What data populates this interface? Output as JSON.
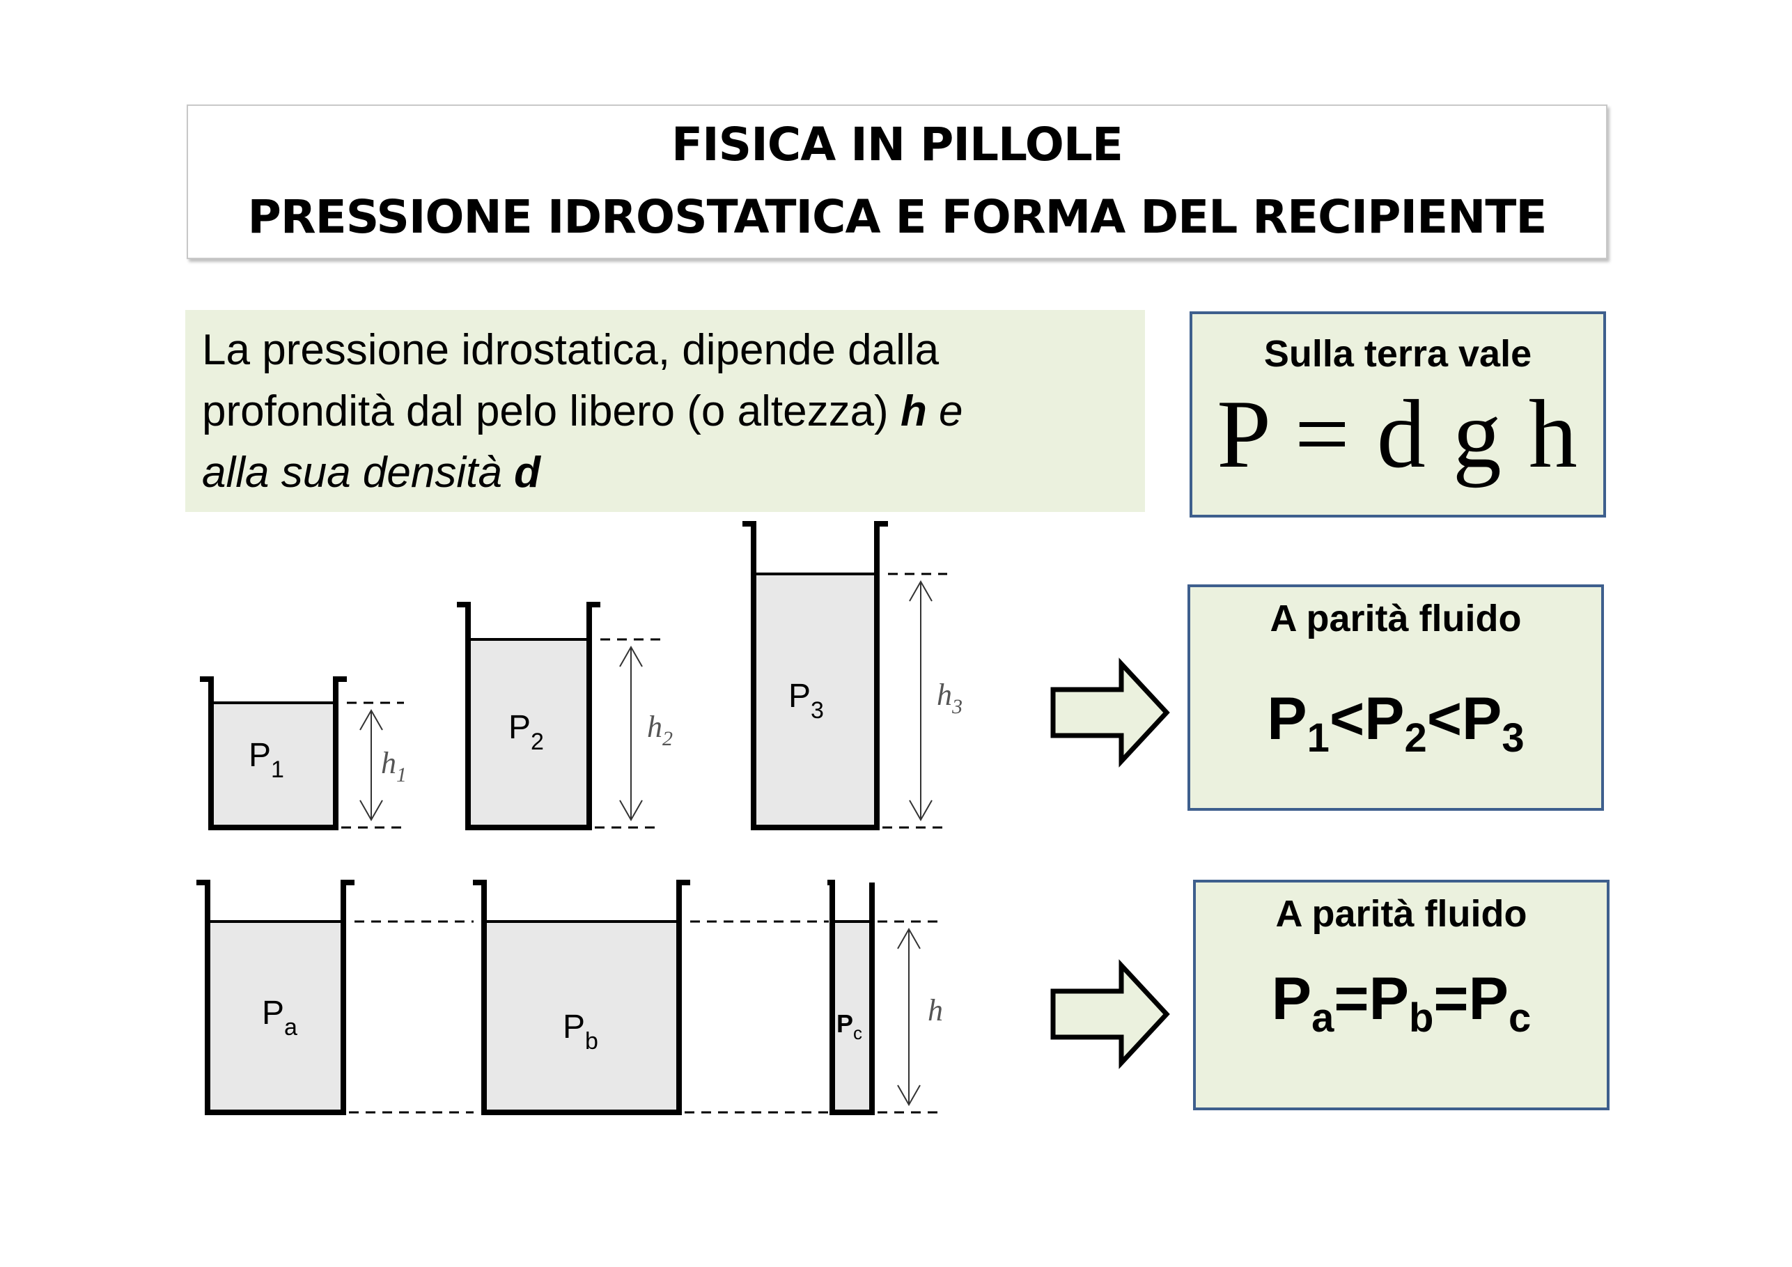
{
  "title": {
    "line1": "FISICA IN PILLOLE",
    "line2": "PRESSIONE IDROSTATICA E FORMA DEL RECIPIENTE"
  },
  "intro": {
    "line1": "La pressione idrostatica, dipende dalla",
    "line2_a": "profondità dal pelo libero (o altezza) ",
    "line2_b": "h",
    "line2_c": " e",
    "line3_a": "alla sua densità ",
    "line3_b": "d"
  },
  "earth_box": {
    "label": "Sulla terra vale",
    "formula": "P = d g h"
  },
  "same_fluid_box_1": {
    "label": "A parità fluido",
    "relation": {
      "p1": "P",
      "s1": "1",
      "op1": "<",
      "p2": "P",
      "s2": "2",
      "op2": "<",
      "p3": "P",
      "s3": "3"
    }
  },
  "same_fluid_box_2": {
    "label": "A parità fluido",
    "relation": {
      "p1": "P",
      "s1": "a",
      "op1": "=",
      "p2": "P",
      "s2": "b",
      "op2": "=",
      "p3": "P",
      "s3": "c"
    }
  },
  "containers_row1": [
    {
      "label": "P",
      "sub": "1",
      "height_label": "h",
      "height_sub": "1"
    },
    {
      "label": "P",
      "sub": "2",
      "height_label": "h",
      "height_sub": "2"
    },
    {
      "label": "P",
      "sub": "3",
      "height_label": "h",
      "height_sub": "3"
    }
  ],
  "containers_row2": [
    {
      "label": "P",
      "sub": "a"
    },
    {
      "label": "P",
      "sub": "b"
    },
    {
      "label": "P",
      "sub": "c",
      "height_label": "h"
    }
  ],
  "colors": {
    "box_fill": "#ebf1de",
    "box_border": "#3e5f8d",
    "liquid": "#e8e8e8",
    "arrow_fill": "#ebf1de"
  },
  "icons": [
    "right-arrow-icon",
    "right-arrow-icon"
  ]
}
